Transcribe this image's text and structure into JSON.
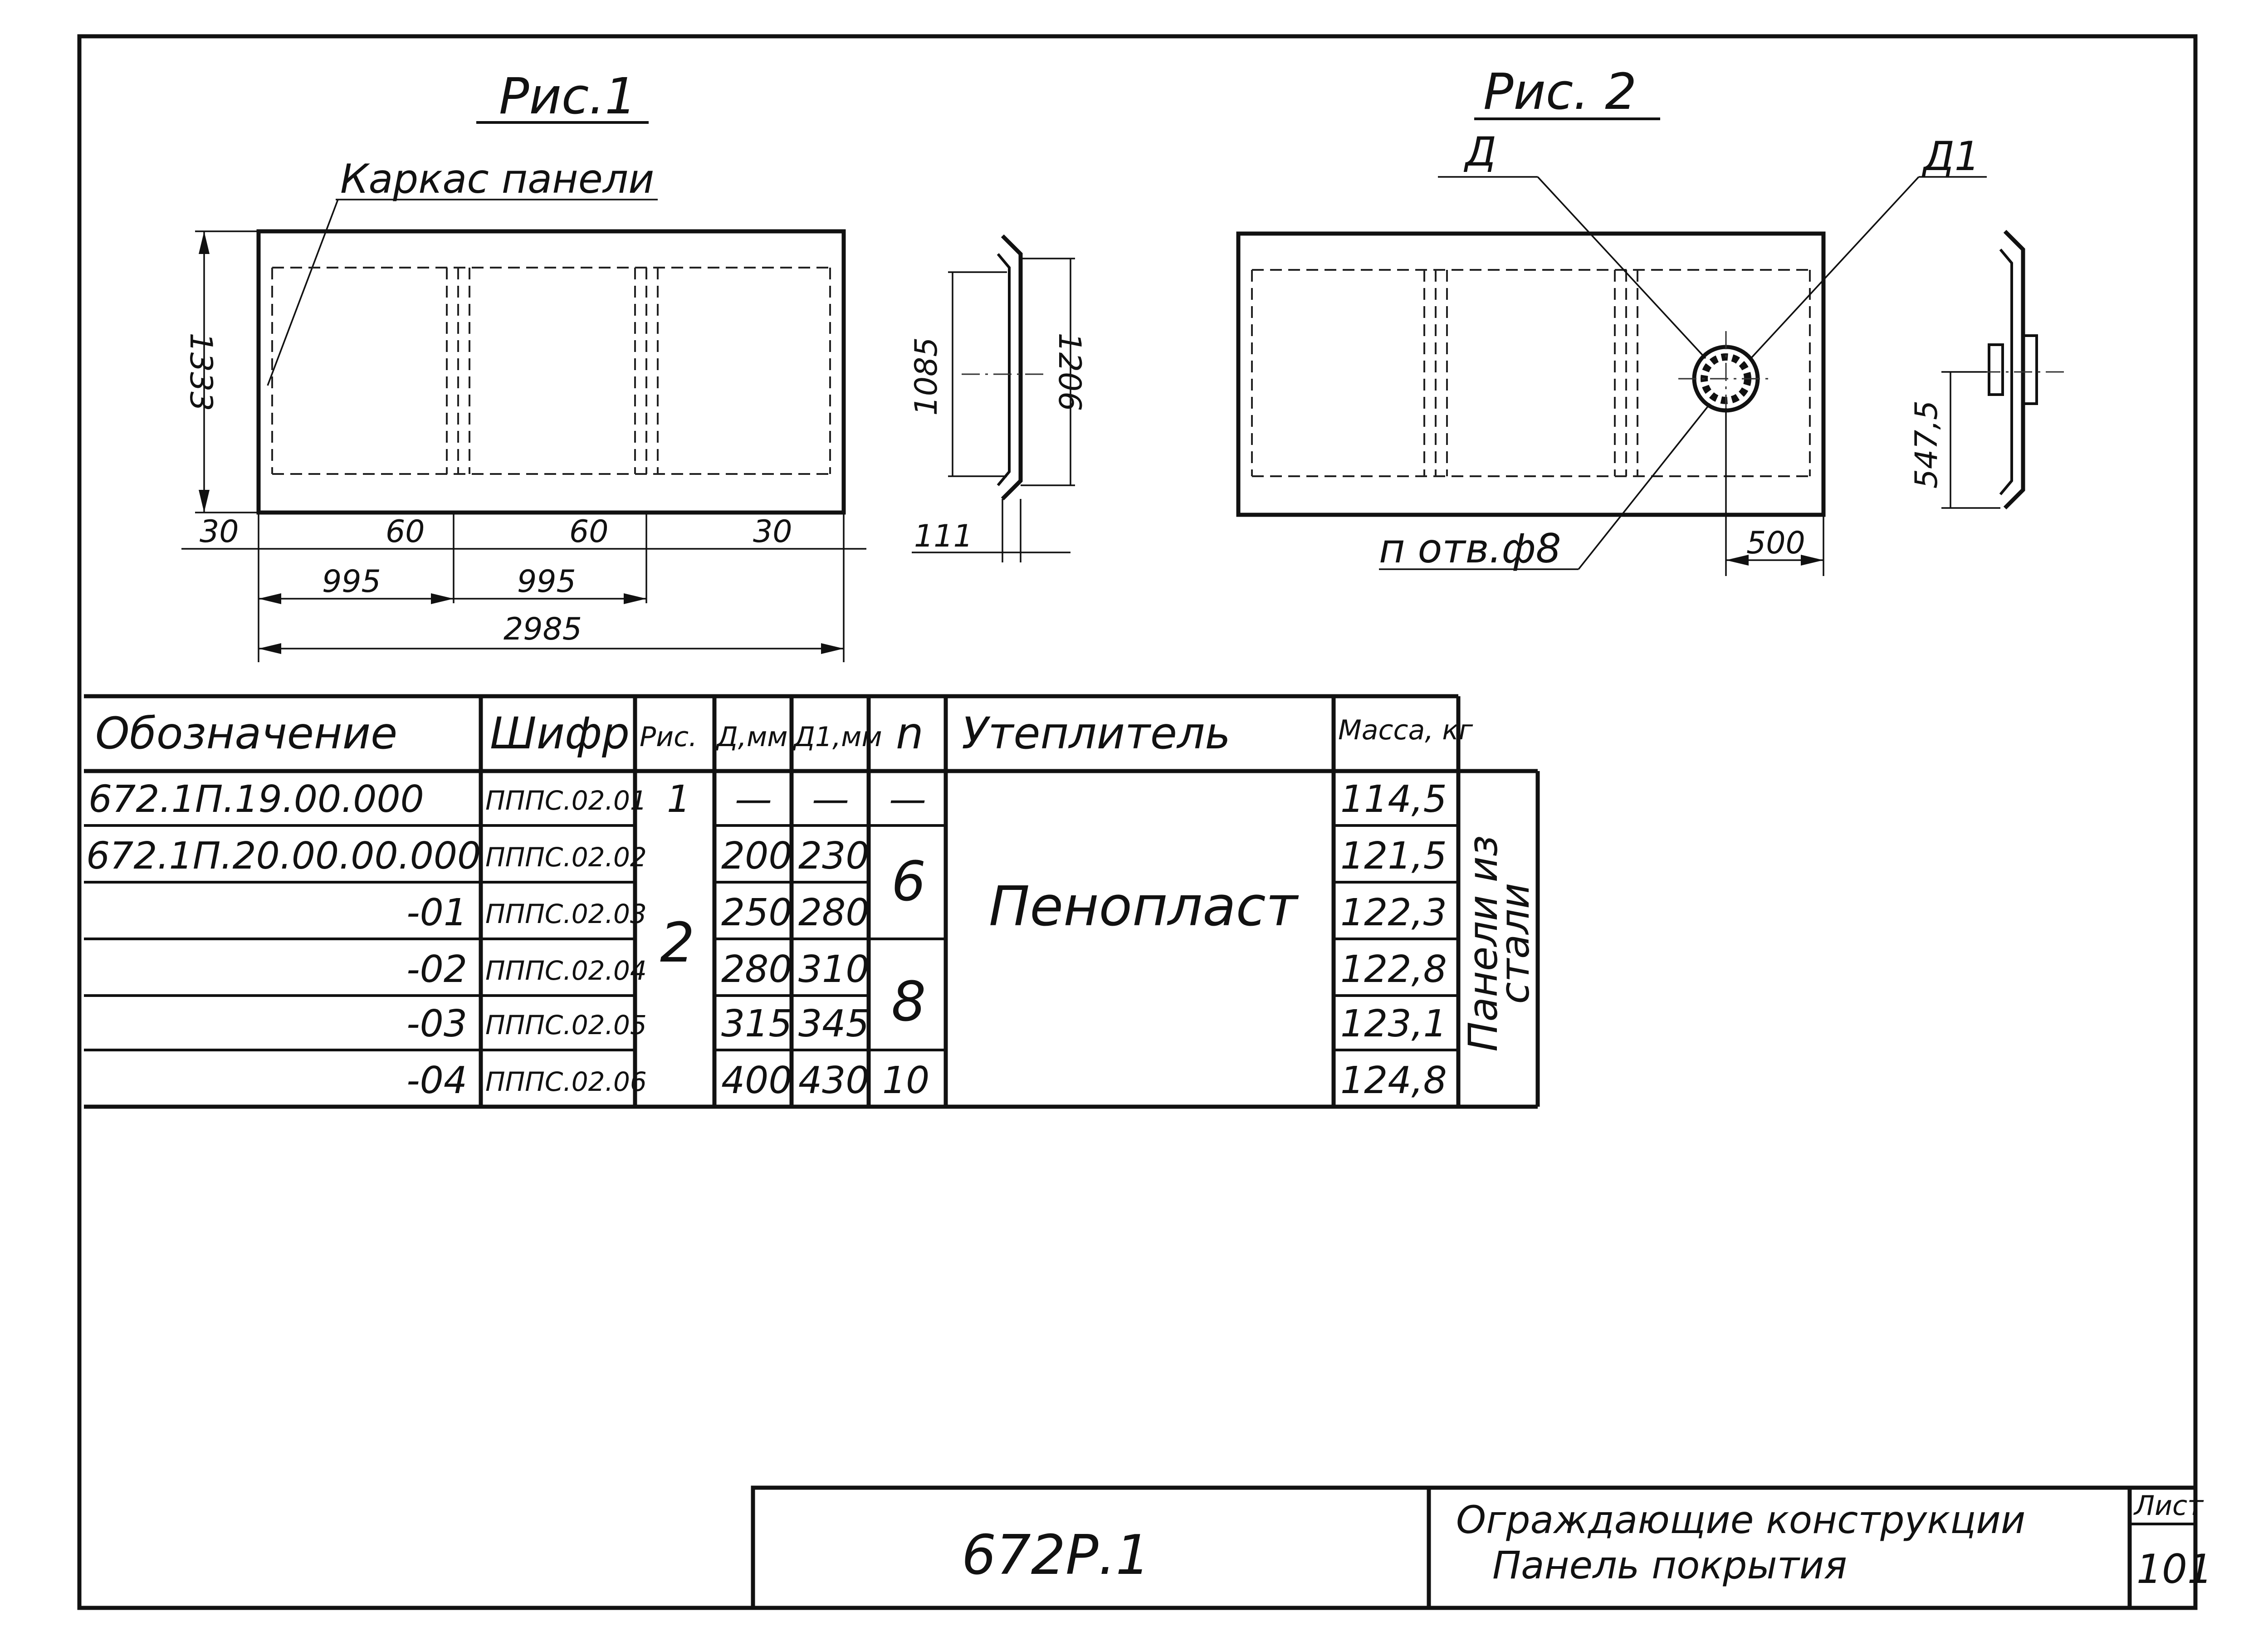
{
  "figure1": {
    "title": "Рис.1",
    "callout": "Каркас панели",
    "height_dim": "1333",
    "dims_bottom": [
      "30",
      "60",
      "60",
      "30"
    ],
    "dims_mid": [
      "995",
      "995"
    ],
    "dim_total": "2985",
    "side": {
      "d1": "1085",
      "d2": "1206",
      "d3": "111"
    }
  },
  "figure2": {
    "title": "Рис. 2",
    "label_d": "Д",
    "label_d1": "Д1",
    "hole_label": "п отв.ф8",
    "dim_offset": "500",
    "side": {
      "d1": "547,5"
    }
  },
  "table": {
    "headers": [
      "Обозначение",
      "Шифр",
      "Рис.",
      "Д,мм",
      "Д1,мм",
      "n",
      "Утеплитель",
      "Масса, кг"
    ],
    "rows": [
      {
        "designation": "672.1П.19.00.000",
        "code": "ПППС.02.01",
        "fig": "1",
        "d": "—",
        "d1": "—",
        "n": "—",
        "mass": "114,5"
      },
      {
        "designation": "672.1П.20.00.00.000",
        "code": "ПППС.02.02",
        "fig": "",
        "d": "200",
        "d1": "230",
        "n": "",
        "mass": "121,5"
      },
      {
        "designation": "-01",
        "code": "ПППС.02.03",
        "fig": "",
        "d": "250",
        "d1": "280",
        "n": "",
        "mass": "122,3"
      },
      {
        "designation": "-02",
        "code": "ПППС.02.04",
        "fig": "",
        "d": "280",
        "d1": "310",
        "n": "",
        "mass": "122,8"
      },
      {
        "designation": "-03",
        "code": "ПППС.02.05",
        "fig": "",
        "d": "315",
        "d1": "345",
        "n": "",
        "mass": "123,1"
      },
      {
        "designation": "-04",
        "code": "ПППС.02.06",
        "fig": "",
        "d": "400",
        "d1": "430",
        "n": "10",
        "mass": "124,8"
      }
    ],
    "merged_fig": "2",
    "merged_n1": "6",
    "merged_n2": "8",
    "insulation": "Пенопласт",
    "side_note_1": "Панели из",
    "side_note_2": "стали"
  },
  "stamp": {
    "code": "672Р.1",
    "title_line1": "Ограждающие конструкции",
    "title_line2": "Панель покрытия",
    "sheet_label": "Лист",
    "sheet_number": "101"
  }
}
